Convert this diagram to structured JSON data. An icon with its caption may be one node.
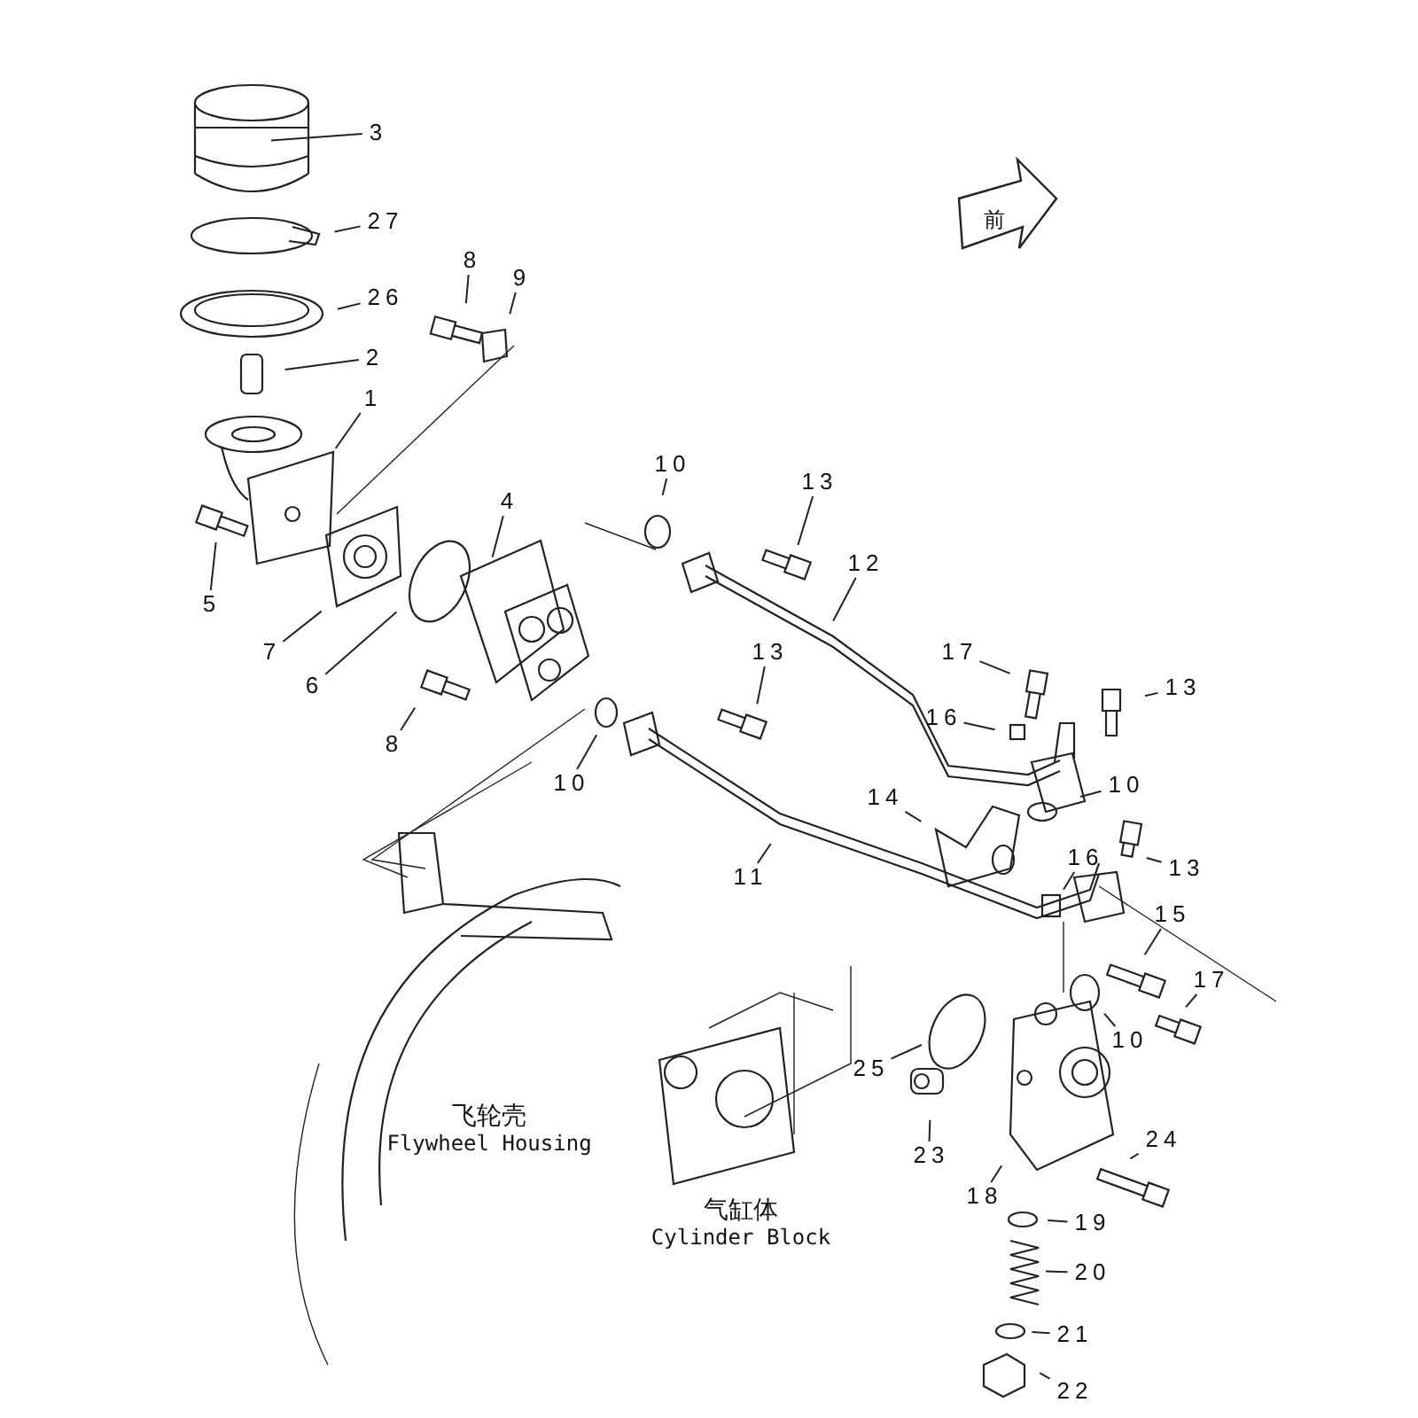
{
  "diagram": {
    "nodes": [
      {
        "text": [
          "3"
        ]
      },
      {
        "text": [
          "27"
        ]
      },
      {
        "text": [
          "26"
        ]
      },
      {
        "text": [
          "2"
        ]
      },
      {
        "text": [
          "8"
        ]
      },
      {
        "text": [
          "9"
        ]
      },
      {
        "text": [
          "1"
        ]
      },
      {
        "text": [
          "5"
        ]
      },
      {
        "text": [
          "4"
        ]
      },
      {
        "text": [
          "7"
        ]
      },
      {
        "text": [
          "6"
        ]
      },
      {
        "text": [
          "8"
        ]
      },
      {
        "text": [
          "10"
        ]
      },
      {
        "text": [
          "13"
        ]
      },
      {
        "text": [
          "12"
        ]
      },
      {
        "text": [
          "13"
        ]
      },
      {
        "text": [
          "10"
        ]
      },
      {
        "text": [
          "17"
        ]
      },
      {
        "text": [
          "16"
        ]
      },
      {
        "text": [
          "13"
        ]
      },
      {
        "text": [
          "14"
        ]
      },
      {
        "text": [
          "10"
        ]
      },
      {
        "text": [
          "16"
        ]
      },
      {
        "text": [
          "11"
        ]
      },
      {
        "text": [
          "13"
        ]
      },
      {
        "text": [
          "15"
        ]
      },
      {
        "text": [
          "17"
        ]
      },
      {
        "text": [
          "10"
        ]
      },
      {
        "text": [
          "25"
        ]
      },
      {
        "text": [
          "23"
        ]
      },
      {
        "text": [
          "18"
        ]
      },
      {
        "text": [
          "24"
        ]
      },
      {
        "text": [
          "19"
        ]
      },
      {
        "text": [
          "20"
        ]
      },
      {
        "text": [
          "21"
        ]
      },
      {
        "text": [
          "22"
        ]
      },
      {
        "text": [
          "前"
        ]
      }
    ],
    "edges": [
      {
        "from": 0,
        "to": null,
        "arrow": "none"
      },
      {
        "from": 1,
        "to": null,
        "arrow": "none"
      },
      {
        "from": 2,
        "to": null,
        "arrow": "none"
      },
      {
        "from": 3,
        "to": null,
        "arrow": "none"
      },
      {
        "from": 4,
        "to": null,
        "arrow": "none"
      },
      {
        "from": 5,
        "to": null,
        "arrow": "none"
      },
      {
        "from": 6,
        "to": null,
        "arrow": "none"
      },
      {
        "from": 7,
        "to": null,
        "arrow": "none"
      },
      {
        "from": 8,
        "to": null,
        "arrow": "none"
      },
      {
        "from": 9,
        "to": null,
        "arrow": "none"
      },
      {
        "from": 10,
        "to": null,
        "arrow": "none"
      },
      {
        "from": 11,
        "to": null,
        "arrow": "none"
      },
      {
        "from": 12,
        "to": null,
        "arrow": "none"
      },
      {
        "from": 13,
        "to": null,
        "arrow": "none"
      },
      {
        "from": 14,
        "to": null,
        "arrow": "none"
      },
      {
        "from": 15,
        "to": null,
        "arrow": "none"
      },
      {
        "from": 16,
        "to": null,
        "arrow": "none"
      },
      {
        "from": 17,
        "to": null,
        "arrow": "none"
      },
      {
        "from": 18,
        "to": null,
        "arrow": "none"
      },
      {
        "from": 19,
        "to": null,
        "arrow": "none"
      },
      {
        "from": 20,
        "to": null,
        "arrow": "none"
      },
      {
        "from": 21,
        "to": null,
        "arrow": "none"
      },
      {
        "from": 22,
        "to": null,
        "arrow": "none"
      },
      {
        "from": 23,
        "to": null,
        "arrow": "none"
      },
      {
        "from": 24,
        "to": null,
        "arrow": "none"
      },
      {
        "from": 25,
        "to": null,
        "arrow": "none"
      },
      {
        "from": 26,
        "to": null,
        "arrow": "none"
      },
      {
        "from": 27,
        "to": null,
        "arrow": "none"
      },
      {
        "from": 28,
        "to": null,
        "arrow": "none"
      },
      {
        "from": 29,
        "to": null,
        "arrow": "none"
      },
      {
        "from": 30,
        "to": null,
        "arrow": "none"
      },
      {
        "from": 31,
        "to": null,
        "arrow": "none"
      },
      {
        "from": 32,
        "to": null,
        "arrow": "none"
      },
      {
        "from": 33,
        "to": null,
        "arrow": "none"
      },
      {
        "from": 34,
        "to": null,
        "arrow": "none"
      },
      {
        "from": 35,
        "to": null,
        "arrow": "none"
      }
    ],
    "labels": [
      "飞轮壳",
      "Flywheel Housing",
      "气缸体",
      "Cylinder Block"
    ]
  }
}
